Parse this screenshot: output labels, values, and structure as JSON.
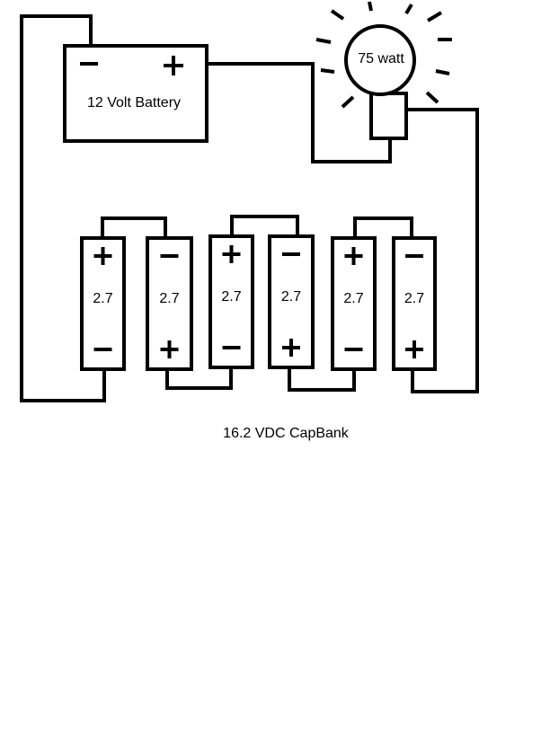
{
  "battery": {
    "label": "12 Volt Battery",
    "negative_symbol": "−",
    "positive_symbol": "+"
  },
  "bulb": {
    "label": "75 watt"
  },
  "capacitors": [
    {
      "value": "2.7",
      "top": "+",
      "bottom": "−"
    },
    {
      "value": "2.7",
      "top": "−",
      "bottom": "+"
    },
    {
      "value": "2.7",
      "top": "+",
      "bottom": "−"
    },
    {
      "value": "2.7",
      "top": "−",
      "bottom": "+"
    },
    {
      "value": "2.7",
      "top": "+",
      "bottom": "−"
    },
    {
      "value": "2.7",
      "top": "−",
      "bottom": "+"
    }
  ],
  "caption": "16.2 VDC CapBank",
  "colors": {
    "stroke": "#000000",
    "background": "#ffffff"
  }
}
